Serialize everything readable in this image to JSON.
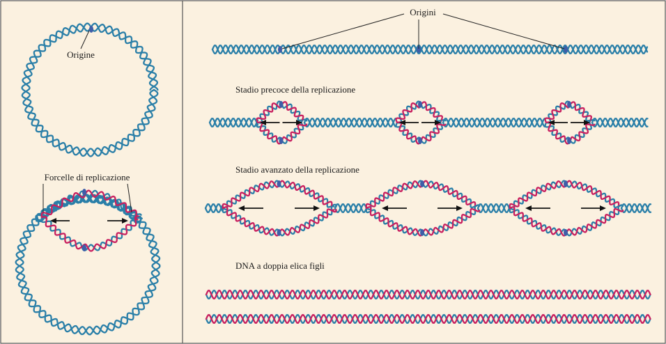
{
  "colors": {
    "background": "#fbf1e0",
    "border": "#555555",
    "parental_strand": "#2a7fa8",
    "new_strand": "#c8205f",
    "origin_dot": "#3f5ea8",
    "arrow": "#111111"
  },
  "left_panel": {
    "origin_label": "Origine",
    "forks_label": "Forcelle di replicazione"
  },
  "right_panel": {
    "origins_label": "Origini",
    "early_stage_label": "Stadio precoce della replicazione",
    "late_stage_label": "Stadio avanzato della replicazione",
    "daughters_label": "DNA a doppia elica figli"
  }
}
